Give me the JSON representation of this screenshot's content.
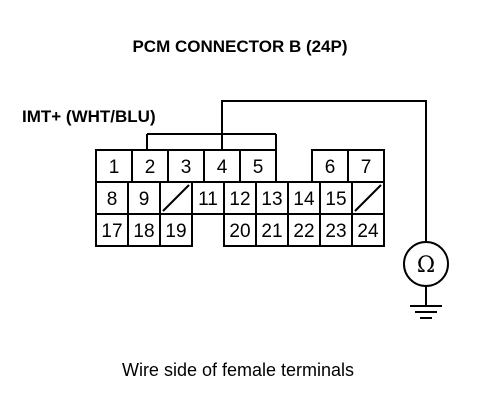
{
  "title": "PCM CONNECTOR B (24P)",
  "wire_label": "IMT+ (WHT/BLU)",
  "caption": "Wire side of female terminals",
  "ohmmeter_symbol": "Ω",
  "connector": {
    "rows": [
      [
        "1",
        "2",
        "3",
        "4",
        "5",
        "",
        "6",
        "7"
      ],
      [
        "8",
        "9",
        "/",
        "11",
        "12",
        "13",
        "14",
        "15",
        "/"
      ],
      [
        "17",
        "18",
        "19",
        "",
        "20",
        "21",
        "22",
        "23",
        "24"
      ]
    ]
  }
}
